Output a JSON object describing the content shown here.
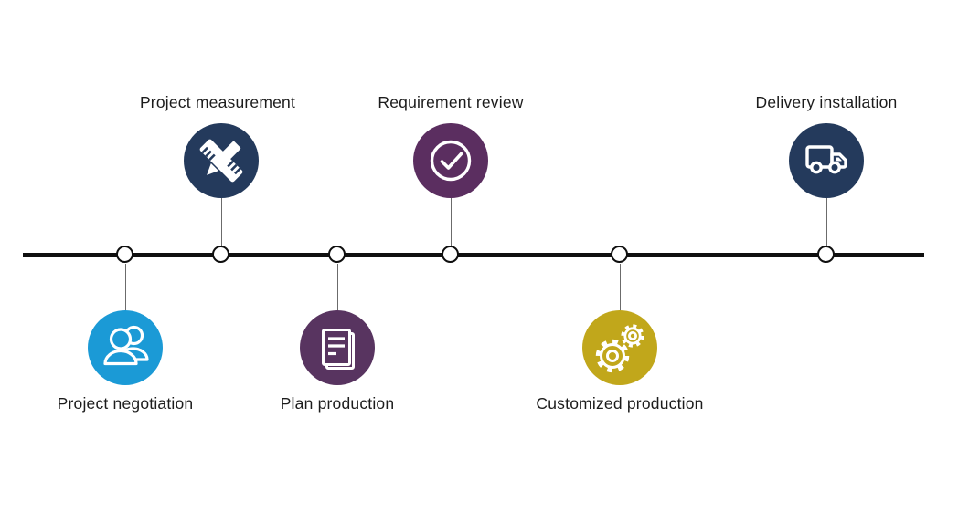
{
  "diagram": {
    "type": "process-timeline",
    "background": "#ffffff",
    "line_color": "#0f0f0f",
    "node_fill": "#ffffff",
    "node_border": "#0f0f0f",
    "connector_color": "#6b6b6b",
    "label_color": "#1c1c1c"
  },
  "steps": [
    {
      "label": "Project negotiation",
      "icon": "people-icon",
      "color": "#1b9ad6",
      "side": "below"
    },
    {
      "label": "Project measurement",
      "icon": "ruler-pencil-icon",
      "color": "#243a5c",
      "side": "above"
    },
    {
      "label": "Plan production",
      "icon": "document-icon",
      "color": "#583460",
      "side": "below"
    },
    {
      "label": "Requirement review",
      "icon": "check-icon",
      "color": "#5b2e60",
      "side": "above"
    },
    {
      "label": "Customized production",
      "icon": "gears-icon",
      "color": "#c1a71b",
      "side": "below"
    },
    {
      "label": "Delivery installation",
      "icon": "truck-icon",
      "color": "#243a5c",
      "side": "above"
    }
  ]
}
